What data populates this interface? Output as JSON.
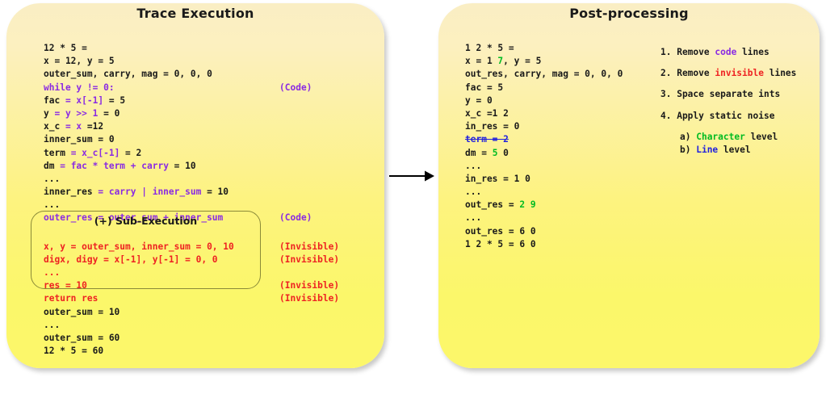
{
  "left_panel": {
    "title": "Trace Execution",
    "lines": [
      {
        "segments": [
          {
            "text": "12 * 5 =",
            "style": "plain"
          }
        ],
        "label": ""
      },
      {
        "segments": [
          {
            "text": "x = 12, y = 5",
            "style": "plain"
          }
        ],
        "label": ""
      },
      {
        "segments": [
          {
            "text": "outer_sum, carry, mag = 0, 0, 0",
            "style": "plain"
          }
        ],
        "label": ""
      },
      {
        "segments": [
          {
            "text": "while y != 0:",
            "style": "code"
          }
        ],
        "label": "(Code)",
        "label_style": "code"
      },
      {
        "segments": [
          {
            "text": "fac",
            "style": "plain"
          },
          {
            "text": " = x[-1]",
            "style": "code"
          },
          {
            "text": " = 5",
            "style": "plain"
          }
        ],
        "label": ""
      },
      {
        "segments": [
          {
            "text": "y",
            "style": "plain"
          },
          {
            "text": " = y >> 1",
            "style": "code"
          },
          {
            "text": " = 0",
            "style": "plain"
          }
        ],
        "label": ""
      },
      {
        "segments": [
          {
            "text": "x_c",
            "style": "plain"
          },
          {
            "text": " = x",
            "style": "code"
          },
          {
            "text": " =12",
            "style": "plain"
          }
        ],
        "label": ""
      },
      {
        "segments": [
          {
            "text": "inner_sum = 0",
            "style": "plain"
          }
        ],
        "label": ""
      },
      {
        "segments": [
          {
            "text": "term",
            "style": "plain"
          },
          {
            "text": " = x_c[-1]",
            "style": "code"
          },
          {
            "text": " = 2",
            "style": "plain"
          }
        ],
        "label": ""
      },
      {
        "segments": [
          {
            "text": "dm",
            "style": "plain"
          },
          {
            "text": " = fac * term + carry",
            "style": "code"
          },
          {
            "text": " = 10",
            "style": "plain"
          }
        ],
        "label": ""
      },
      {
        "segments": [
          {
            "text": "...",
            "style": "plain"
          }
        ],
        "label": ""
      },
      {
        "segments": [
          {
            "text": "inner_res",
            "style": "plain"
          },
          {
            "text": " = carry | inner_sum",
            "style": "code"
          },
          {
            "text": " = 10",
            "style": "plain"
          }
        ],
        "label": ""
      },
      {
        "segments": [
          {
            "text": "...",
            "style": "plain"
          }
        ],
        "label": ""
      },
      {
        "segments": [
          {
            "text": "outer_res = outer_sum + inner_sum",
            "style": "code"
          }
        ],
        "label": "(Code)",
        "label_style": "code"
      }
    ],
    "sub_execution": {
      "title": "(+) Sub-Execution",
      "lines": [
        {
          "segments": [
            {
              "text": "x, y = outer_sum, inner_sum = 0, 10",
              "style": "invisible"
            }
          ],
          "label": "(Invisible)",
          "label_style": "invisible"
        },
        {
          "segments": [
            {
              "text": "digx, digy = x[-1], y[-1] = 0, 0",
              "style": "invisible"
            }
          ],
          "label": "(Invisible)",
          "label_style": "invisible"
        },
        {
          "segments": [
            {
              "text": "...",
              "style": "invisible"
            }
          ],
          "label": ""
        },
        {
          "segments": [
            {
              "text": "res = 10",
              "style": "invisible"
            }
          ],
          "label": "(Invisible)",
          "label_style": "invisible"
        },
        {
          "segments": [
            {
              "text": "return res",
              "style": "invisible"
            }
          ],
          "label": "(Invisible)",
          "label_style": "invisible"
        }
      ]
    },
    "lines_after": [
      {
        "segments": [
          {
            "text": "outer_sum = 10",
            "style": "plain"
          }
        ],
        "label": ""
      },
      {
        "segments": [
          {
            "text": "...",
            "style": "plain"
          }
        ],
        "label": ""
      },
      {
        "segments": [
          {
            "text": "outer_sum = 60",
            "style": "plain"
          }
        ],
        "label": ""
      },
      {
        "segments": [
          {
            "text": "12 * 5 = 60",
            "style": "plain"
          }
        ],
        "label": ""
      }
    ]
  },
  "right_panel": {
    "title": "Post-processing",
    "lines": [
      {
        "segments": [
          {
            "text": "1 2 * 5 =",
            "style": "plain"
          }
        ]
      },
      {
        "segments": [
          {
            "text": "x = 1 ",
            "style": "plain"
          },
          {
            "text": "7",
            "style": "noise"
          },
          {
            "text": ", y = 5",
            "style": "plain"
          }
        ]
      },
      {
        "segments": [
          {
            "text": "out_res, carry, mag = 0, 0, 0",
            "style": "plain"
          }
        ]
      },
      {
        "segments": [
          {
            "text": "fac = 5",
            "style": "plain"
          }
        ]
      },
      {
        "segments": [
          {
            "text": "y = 0",
            "style": "plain"
          }
        ]
      },
      {
        "segments": [
          {
            "text": "x_c =1 2",
            "style": "plain"
          }
        ]
      },
      {
        "segments": [
          {
            "text": "in_res = 0",
            "style": "plain"
          }
        ]
      },
      {
        "segments": [
          {
            "text": "term = 2",
            "style": "lineblue"
          }
        ]
      },
      {
        "segments": [
          {
            "text": "dm = ",
            "style": "plain"
          },
          {
            "text": "5",
            "style": "noise"
          },
          {
            "text": " 0",
            "style": "plain"
          }
        ]
      },
      {
        "segments": [
          {
            "text": "...",
            "style": "plain"
          }
        ]
      },
      {
        "segments": [
          {
            "text": "in_res = 1 0",
            "style": "plain"
          }
        ]
      },
      {
        "segments": [
          {
            "text": "...",
            "style": "plain"
          }
        ]
      },
      {
        "segments": [
          {
            "text": "out_res = ",
            "style": "plain"
          },
          {
            "text": "2 9",
            "style": "noise"
          }
        ]
      },
      {
        "segments": [
          {
            "text": "...",
            "style": "plain"
          }
        ]
      },
      {
        "segments": [
          {
            "text": "out_res = 6 0",
            "style": "plain"
          }
        ]
      },
      {
        "segments": [
          {
            "text": "1 2 * 5 = 6 0",
            "style": "plain"
          }
        ]
      }
    ],
    "steps": [
      {
        "segments": [
          {
            "text": "1. Remove ",
            "style": "plain"
          },
          {
            "text": "code",
            "style": "code"
          },
          {
            "text": " lines",
            "style": "plain"
          }
        ],
        "indent": false
      },
      {
        "segments": [
          {
            "text": "2. Remove ",
            "style": "plain"
          },
          {
            "text": "invisible",
            "style": "invisible"
          },
          {
            "text": " lines",
            "style": "plain"
          }
        ],
        "indent": false
      },
      {
        "segments": [
          {
            "text": "3. Space separate ints",
            "style": "plain"
          }
        ],
        "indent": false
      },
      {
        "segments": [
          {
            "text": "4. Apply static noise",
            "style": "plain"
          }
        ],
        "indent": false
      },
      {
        "segments": [
          {
            "text": "a) ",
            "style": "plain"
          },
          {
            "text": "Character",
            "style": "noise"
          },
          {
            "text": " level",
            "style": "plain"
          }
        ],
        "indent": true
      },
      {
        "segments": [
          {
            "text": "b) ",
            "style": "plain"
          },
          {
            "text": "Line",
            "style": "lineblue-plain"
          },
          {
            "text": " level",
            "style": "plain"
          }
        ],
        "indent": true
      }
    ]
  },
  "colors": {
    "code": "#8a2be2",
    "invisible": "#ee2222",
    "noise": "#00bb22",
    "line_noise": "#2222dd",
    "panel_top": "#faeec4",
    "panel_bottom": "#fcf76a",
    "text": "#1a1a1a"
  },
  "arrow": {
    "name": "right-arrow"
  }
}
